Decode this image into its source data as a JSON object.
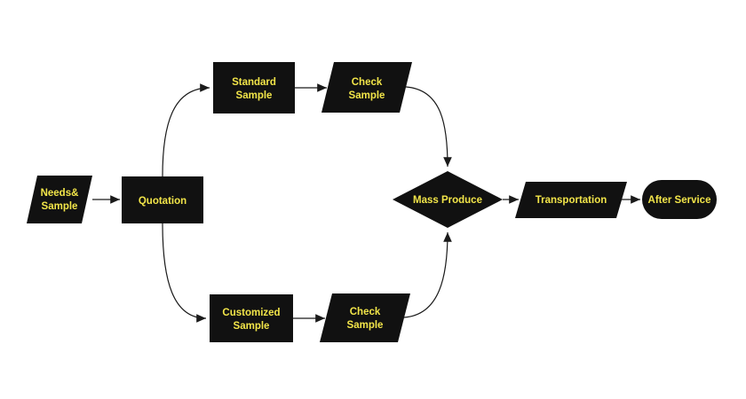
{
  "diagram": {
    "colors": {
      "background": "#ffffff",
      "shape_fill": "#111111",
      "label_text": "#f2e549",
      "connector": "#1a1a1a"
    },
    "nodes": {
      "needs_sample": {
        "shape": "parallelogram",
        "lines": [
          "Needs&",
          "Sample"
        ]
      },
      "quotation": {
        "shape": "rectangle",
        "lines": [
          "Quotation"
        ]
      },
      "standard_sample": {
        "shape": "rectangle",
        "lines": [
          "Standard",
          "Sample"
        ]
      },
      "check_sample_top": {
        "shape": "parallelogram",
        "lines": [
          "Check",
          "Sample"
        ]
      },
      "customized_sample": {
        "shape": "rectangle",
        "lines": [
          "Customized",
          "Sample"
        ]
      },
      "check_sample_bottom": {
        "shape": "parallelogram",
        "lines": [
          "Check",
          "Sample"
        ]
      },
      "mass_produce": {
        "shape": "diamond",
        "lines": [
          "Mass Produce"
        ]
      },
      "transportation": {
        "shape": "parallelogram",
        "lines": [
          "Transportation"
        ]
      },
      "after_service": {
        "shape": "stadium",
        "lines": [
          "After Service"
        ]
      }
    },
    "edges": [
      {
        "from": "needs_sample",
        "to": "quotation"
      },
      {
        "from": "quotation",
        "to": "standard_sample"
      },
      {
        "from": "quotation",
        "to": "customized_sample"
      },
      {
        "from": "standard_sample",
        "to": "check_sample_top"
      },
      {
        "from": "customized_sample",
        "to": "check_sample_bottom"
      },
      {
        "from": "check_sample_top",
        "to": "mass_produce"
      },
      {
        "from": "check_sample_bottom",
        "to": "mass_produce"
      },
      {
        "from": "mass_produce",
        "to": "transportation"
      },
      {
        "from": "transportation",
        "to": "after_service"
      }
    ]
  }
}
